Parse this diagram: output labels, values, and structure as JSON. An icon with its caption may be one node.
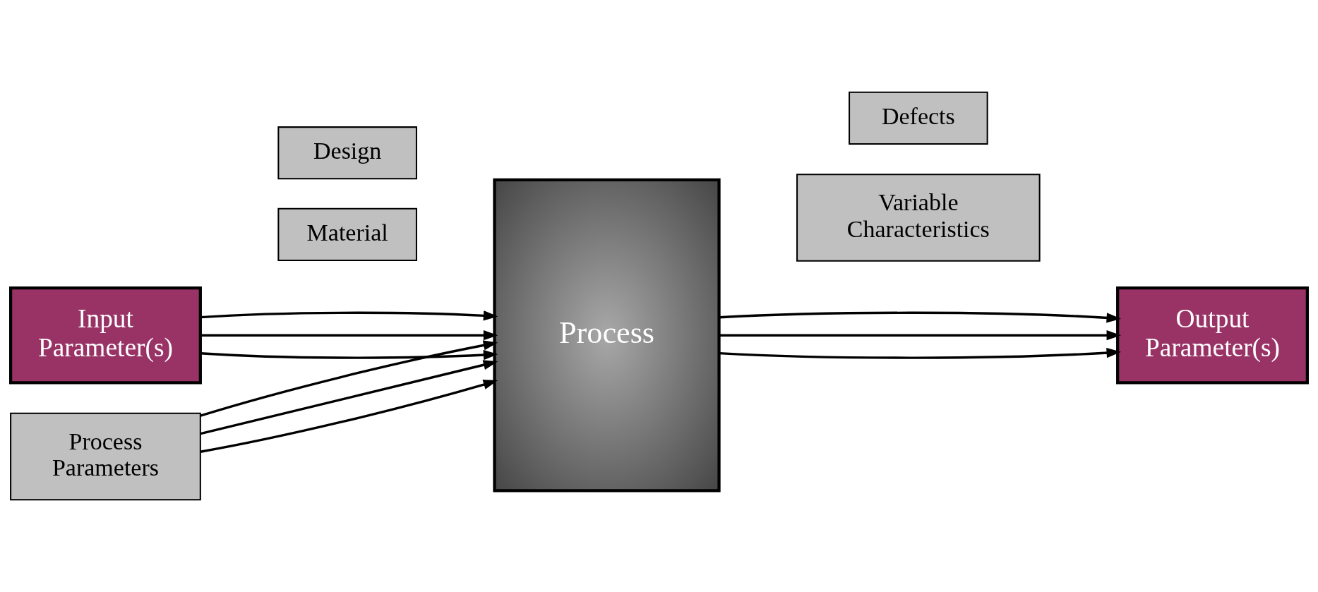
{
  "diagram": {
    "nodes": [
      {
        "text": [
          "Input Parameter(s)"
        ]
      },
      {
        "text": [
          "Design"
        ]
      },
      {
        "text": [
          "Material"
        ]
      },
      {
        "text": [
          "Process"
        ]
      },
      {
        "text": [
          "Defects"
        ]
      },
      {
        "text": [
          "Variable Characteristics"
        ]
      },
      {
        "text": [
          "Output Parameter(s)"
        ]
      },
      {
        "text": [
          "Process Parameters"
        ]
      }
    ],
    "edges": [
      {
        "from": 0,
        "to": 3,
        "arrow": "to"
      },
      {
        "from": 0,
        "to": 3,
        "arrow": "to"
      },
      {
        "from": 0,
        "to": 3,
        "arrow": "to"
      },
      {
        "from": 3,
        "to": 6,
        "arrow": "to"
      },
      {
        "from": 3,
        "to": 6,
        "arrow": "to"
      },
      {
        "from": 3,
        "to": 6,
        "arrow": "to"
      },
      {
        "from": 7,
        "to": 3,
        "arrow": "to"
      },
      {
        "from": 7,
        "to": 3,
        "arrow": "to"
      },
      {
        "from": 7,
        "to": 3,
        "arrow": "to"
      }
    ]
  }
}
